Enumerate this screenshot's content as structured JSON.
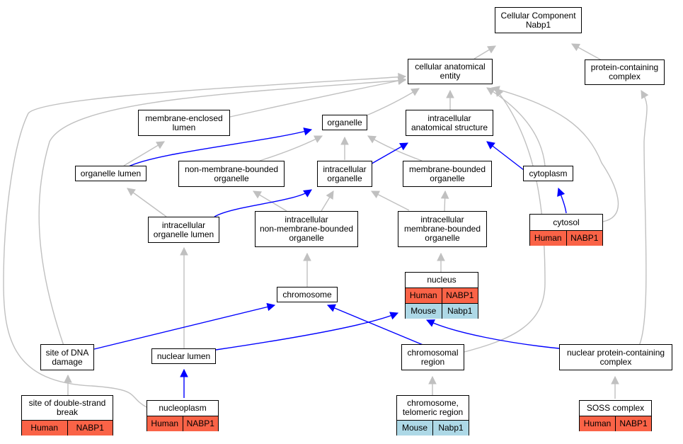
{
  "colors": {
    "gray_edge": "#c0c0c0",
    "blue_edge": "#0000ff",
    "human": "#fa6347",
    "mouse": "#add8e6"
  },
  "nodes": {
    "root": {
      "label": "Cellular Component\nNabp1"
    },
    "cae": {
      "label": "cellular anatomical\nentity"
    },
    "pcc": {
      "label": "protein-containing\ncomplex"
    },
    "mel": {
      "label": "membrane-enclosed\nlumen"
    },
    "org": {
      "label": "organelle"
    },
    "ias": {
      "label": "intracellular\nanatomical structure"
    },
    "orgl": {
      "label": "organelle lumen"
    },
    "nmbo": {
      "label": "non-membrane-bounded\norganelle"
    },
    "io": {
      "label": "intracellular\norganelle"
    },
    "mbo": {
      "label": "membrane-bounded\norganelle"
    },
    "cyt": {
      "label": "cytoplasm"
    },
    "iol": {
      "label": "intracellular\norganelle lumen"
    },
    "inmbo": {
      "label": "intracellular\nnon-membrane-bounded\norganelle"
    },
    "imbo": {
      "label": "intracellular\nmembrane-bounded\norganelle"
    },
    "cytosol": {
      "label": "cytosol",
      "rows": [
        {
          "species": "Human",
          "gene": "NABP1"
        }
      ]
    },
    "chrom": {
      "label": "chromosome"
    },
    "nuc": {
      "label": "nucleus",
      "rows": [
        {
          "species": "Human",
          "gene": "NABP1"
        },
        {
          "species": "Mouse",
          "gene": "Nabp1"
        }
      ]
    },
    "sdd": {
      "label": "site of DNA\ndamage"
    },
    "nl": {
      "label": "nuclear lumen"
    },
    "cr": {
      "label": "chromosomal\nregion"
    },
    "npcc": {
      "label": "nuclear protein-containing\ncomplex"
    },
    "dsb": {
      "label": "site of double-strand\nbreak",
      "rows": [
        {
          "species": "Human",
          "gene": "NABP1"
        }
      ]
    },
    "np": {
      "label": "nucleoplasm",
      "rows": [
        {
          "species": "Human",
          "gene": "NABP1"
        }
      ]
    },
    "ctr": {
      "label": "chromosome,\ntelomeric region",
      "rows": [
        {
          "species": "Mouse",
          "gene": "Nabp1"
        }
      ]
    },
    "soss": {
      "label": "SOSS complex",
      "rows": [
        {
          "species": "Human",
          "gene": "NABP1"
        }
      ]
    }
  }
}
